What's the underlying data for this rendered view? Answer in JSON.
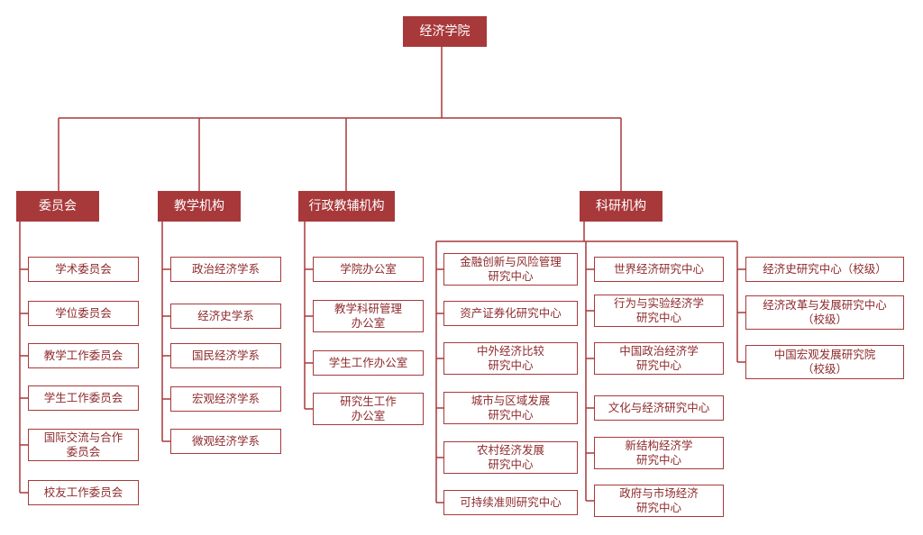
{
  "colors": {
    "accent": "#a8393b",
    "text": "#8e2a2c"
  },
  "root": "经济学院",
  "committees": {
    "title": "委员会",
    "items": [
      "学术委员会",
      "学位委员会",
      "教学工作委员会",
      "学生工作委员会",
      "国际交流与合作\n委员会",
      "校友工作委员会"
    ]
  },
  "teaching": {
    "title": "教学机构",
    "items": [
      "政治经济学系",
      "经济史学系",
      "国民经济学系",
      "宏观经济学系",
      "微观经济学系"
    ]
  },
  "admin": {
    "title": "行政教辅机构",
    "items": [
      "学院办公室",
      "教学科研管理\n办公室",
      "学生工作办公室",
      "研究生工作\n办公室"
    ]
  },
  "research": {
    "title": "科研机构",
    "col1": [
      "金融创新与风险管理\n研究中心",
      "资产证券化研究中心",
      "中外经济比较\n研究中心",
      "城市与区域发展\n研究中心",
      "农村经济发展\n研究中心",
      "可持续准则研究中心"
    ],
    "col2": [
      "世界经济研究中心",
      "行为与实验经济学\n研究中心",
      "中国政治经济学\n研究中心",
      "文化与经济研究中心",
      "新结构经济学\n研究中心",
      "政府与市场经济\n研究中心"
    ],
    "col3": [
      "经济史研究中心（校级）",
      "经济改革与发展研究中心\n（校级）",
      "中国宏观发展研究院\n（校级）"
    ]
  }
}
